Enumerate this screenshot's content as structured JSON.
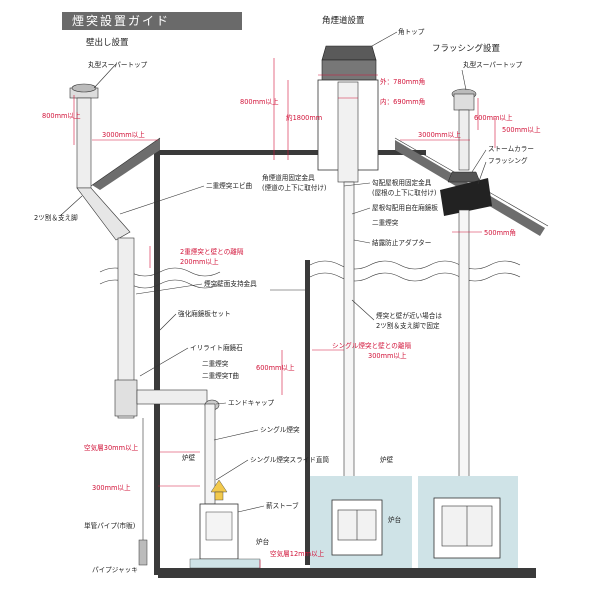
{
  "title": "煙突設置ガイド",
  "headers": {
    "left": "壁出し設置",
    "center": "角煙道設置",
    "right": "フラッシング設置"
  },
  "labels": {
    "maru_top_left": "丸型スーパートップ",
    "maru_top_right": "丸型スーパートップ",
    "kaku_top": "角トップ",
    "futatsuwari": "2ツ割＆支え脚",
    "nijuu_entotsu_ell": "二重煙突エビ曲",
    "kaku_entotsu_kanagu": "角煙道用固定金具",
    "kaku_entotsu_kanagu_note": "(煙道の上下に取付け)",
    "kobai_kanagu": "勾配屋根用固定金具",
    "kobai_kanagu_note": "(屋根の上下に取付け)",
    "yane_kobai_hansha": "屋根勾配用自在廂鏡板",
    "nijuu_entotsu_mid": "二重煙突",
    "ketsuro_adapter": "結露防止アダプター",
    "storm_collar": "ストームカラー",
    "flashing": "フラッシング",
    "kabe_shiji": "煙突壁面支持金具",
    "kyouka_hansha": "強化廂鏡板セット",
    "irite_hansha": "イリライト廂鏡石",
    "nijuu_entotsu_left": "二重煙突",
    "nijuu_entotsu_t": "二重煙突T曲",
    "end_cap": "エンドキャップ",
    "single_entotsu": "シングル煙突",
    "single_slide": "シングル煙突スライド直筒",
    "robeki_left": "炉壁",
    "robeki_right": "炉壁",
    "makistove": "薪ストーブ",
    "rodai_left": "炉台",
    "rodai_right": "炉台",
    "tankan_pipe": "単管パイプ(市販)",
    "pipe_jack": "パイプジャッキ",
    "kabe_chikai": "煙突と壁が近い場合は",
    "kabe_chikai2": "2ツ割＆支え脚で固定",
    "nijuu_kabe_kyori": "2重煙突と壁との離隔",
    "nijuu_kabe_200": "200mm以上",
    "single_kabe_kyori": "シングル煙突と壁との離隔",
    "single_kabe_300": "300mm以上",
    "kuki_left": "空気層30mm以上",
    "kuki_bottom": "空気層12mm以上"
  },
  "dims": {
    "d800_left": "800mm以上",
    "d3000_left": "3000mm以上",
    "d800_center": "800mm以上",
    "d1800_center": "約1800mm",
    "soto_780": "外：780mm角",
    "uchi_690": "内：690mm角",
    "d600_right": "600mm以上",
    "d3000_right": "3000mm以上",
    "d500_right": "500mm以上",
    "d500_kaku": "500mm角",
    "d600_mid": "600mm以上",
    "d300_left": "300mm以上"
  },
  "colors": {
    "title_bg": "#6a6a6a",
    "accent_red": "#d2143a",
    "hearth_wall": "#cfe3e7",
    "wall_dark": "#3a3a3a",
    "roof_fill": "#6d6d6d"
  }
}
